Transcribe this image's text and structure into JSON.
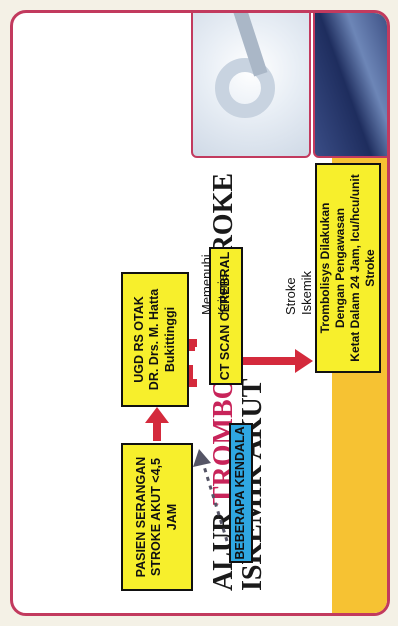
{
  "title": {
    "line1_plain": "ALUR ",
    "line1_accent": "TROMBOLISYS",
    "line1_end": " STROKE",
    "line2": "ISKEMIK AKUT"
  },
  "boxes": {
    "patient": "PASIEN SERANGAN\nSTROKE AKUT <4,5 JAM",
    "ugd": "UGD RS OTAK\nDR. Drs. M. Hatta\nBukittinggi",
    "ct": "CT SCAN CEREBRAL",
    "trombolisys": "Trombolisys Dilakukan\nDengan Pengawasan\nKetat Dalam 24 Jam, Icu/hcu/unit Stroke",
    "kendala": "BEBERAPA KENDALA"
  },
  "labels": {
    "memenuhi": "Memenuhi\nKriteria",
    "stroke": "Stroke\nIskemik"
  },
  "colors": {
    "border": "#c23a5e",
    "accent": "#c8245a",
    "yellow_box": "#f7ef2c",
    "blue_box": "#2fa7e2",
    "arrow": "#d42a3c",
    "bottom_bar": "#f6c233"
  }
}
